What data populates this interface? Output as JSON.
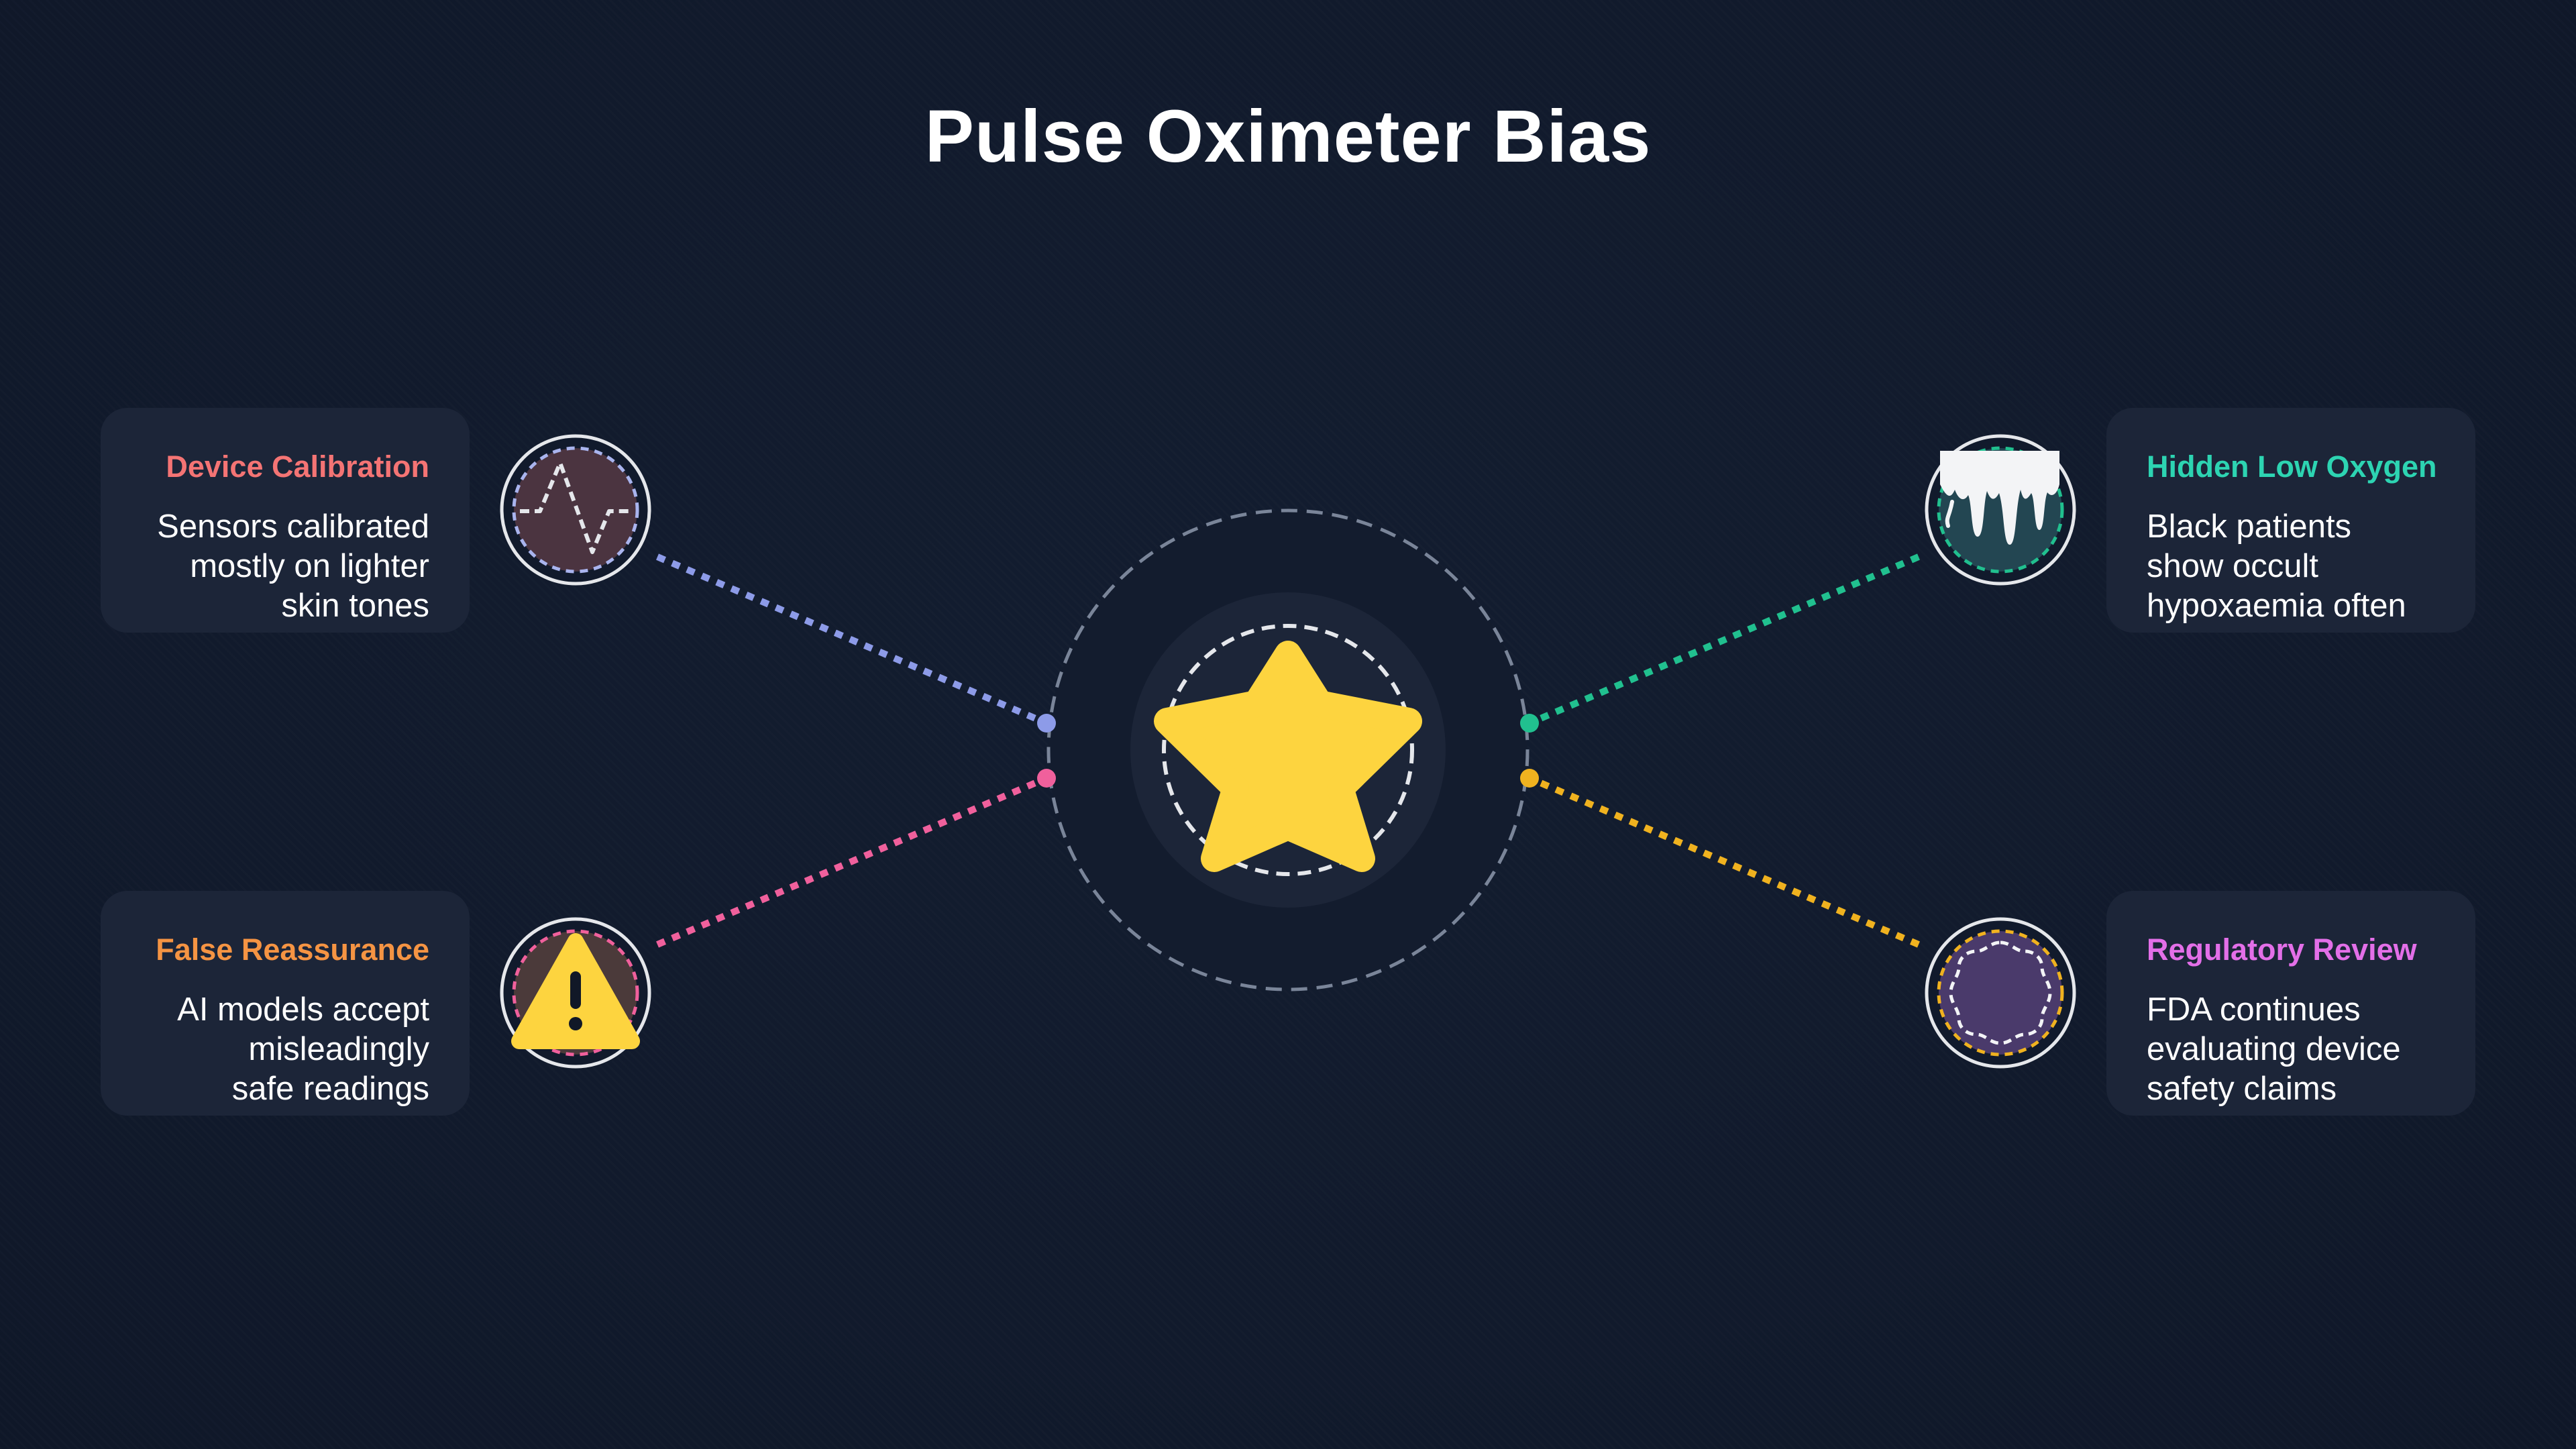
{
  "title": "Pulse Oximeter Bias",
  "center": {
    "icon": "star-icon",
    "color": "#fdd43f"
  },
  "nodes": [
    {
      "id": "device-calibration",
      "title": "Device Calibration",
      "lines": [
        "Sensors calibrated",
        "mostly on lighter",
        "skin tones"
      ],
      "icon": "waveform-icon",
      "accent": "#f47474",
      "connector_color": "#8d9be8"
    },
    {
      "id": "false-reassurance",
      "title": "False Reassurance",
      "lines": [
        "AI models accept",
        "misleadingly",
        "safe readings"
      ],
      "icon": "warning-icon",
      "accent": "#f59443",
      "connector_color": "#f0609c"
    },
    {
      "id": "hidden-low-oxygen",
      "title": "Hidden Low Oxygen",
      "lines": [
        "Black patients",
        "show occult",
        "hypoxaemia often"
      ],
      "icon": "drip-icon",
      "accent": "#2dd4b2",
      "connector_color": "#21c08f"
    },
    {
      "id": "regulatory-review",
      "title": "Regulatory Review",
      "lines": [
        "FDA continues",
        "evaluating device",
        "safety claims"
      ],
      "icon": "seal-icon",
      "accent": "#e36fe8",
      "connector_color": "#f0b21f"
    }
  ]
}
